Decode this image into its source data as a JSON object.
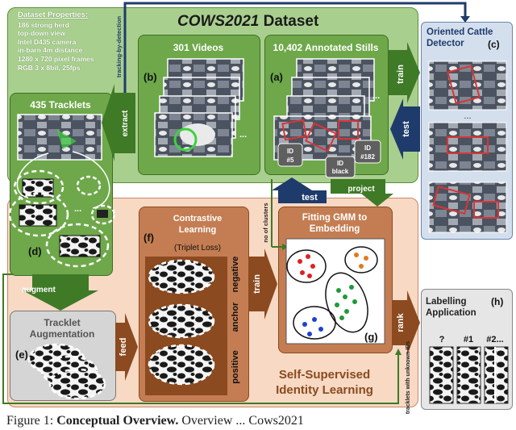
{
  "title": {
    "italic": "COWS2021",
    "rest": " Dataset"
  },
  "dataset_properties": {
    "heading": "Dataset Properties:",
    "lines": [
      "186 strong herd",
      "top-down view",
      "Intel D435 camera",
      "in-barn 4m distance",
      "1280 x 720 pixel frames",
      "RGB 3 x 8bit, 25fps"
    ]
  },
  "videos": {
    "label": "301 Videos",
    "tag": "(b)"
  },
  "stills": {
    "label": "10,402 Annotated Stills",
    "tag": "(a)",
    "ids": [
      "ID #5",
      "ID black",
      "ID #182"
    ]
  },
  "tracklets": {
    "label": "435 Tracklets",
    "tag": "(d)",
    "ellipsis": "..."
  },
  "detector": {
    "title_line1": "Oriented Cattle",
    "title_line2": "Detector",
    "tag": "(c)",
    "ellipsis": "..."
  },
  "arrows": {
    "tracking_by_detection": "tracking-by-detection",
    "extract": "extract",
    "train_top": "train",
    "test_right": "test",
    "test_mid": "test",
    "project": "project",
    "no_of_clusters": "no of clusters",
    "augment": "augment",
    "feed": "feed",
    "train_mid": "train",
    "rank": "rank",
    "tracklets_unknown": "tracklets with unknown IDs"
  },
  "contrastive": {
    "title_line1": "Contrastive",
    "title_line2": "Learning",
    "tag": "(f)",
    "subtitle": "(Triplet Loss)",
    "triplet_labels": [
      "positive",
      "anchor",
      "negative"
    ]
  },
  "gmm": {
    "title_line1": "Fitting GMM to",
    "title_line2": "Embedding",
    "tag": "(g)"
  },
  "augmentation": {
    "title_line1": "Tracklet",
    "title_line2": "Augmentation",
    "tag": "(e)"
  },
  "self_supervised": {
    "line1": "Self-Supervised",
    "line2": "Identity Learning"
  },
  "labelling": {
    "title_line1": "Labelling",
    "title_line2": "Application",
    "tag": "(h)",
    "columns": [
      "?",
      "#1",
      "#2..."
    ]
  },
  "caption": {
    "prefix": "Figure 1: ",
    "bold": "Conceptual Overview.",
    "rest": " Overview ... Cows2021"
  },
  "colors": {
    "green_panel": "#a9cf8e",
    "green_dark": "#5b8f3a",
    "orange_panel": "#f7d9c4",
    "brown": "#8b4a1f",
    "blue_panel": "#d4dfee",
    "navy": "#1f3b6b",
    "gray": "#6e6e6e"
  }
}
